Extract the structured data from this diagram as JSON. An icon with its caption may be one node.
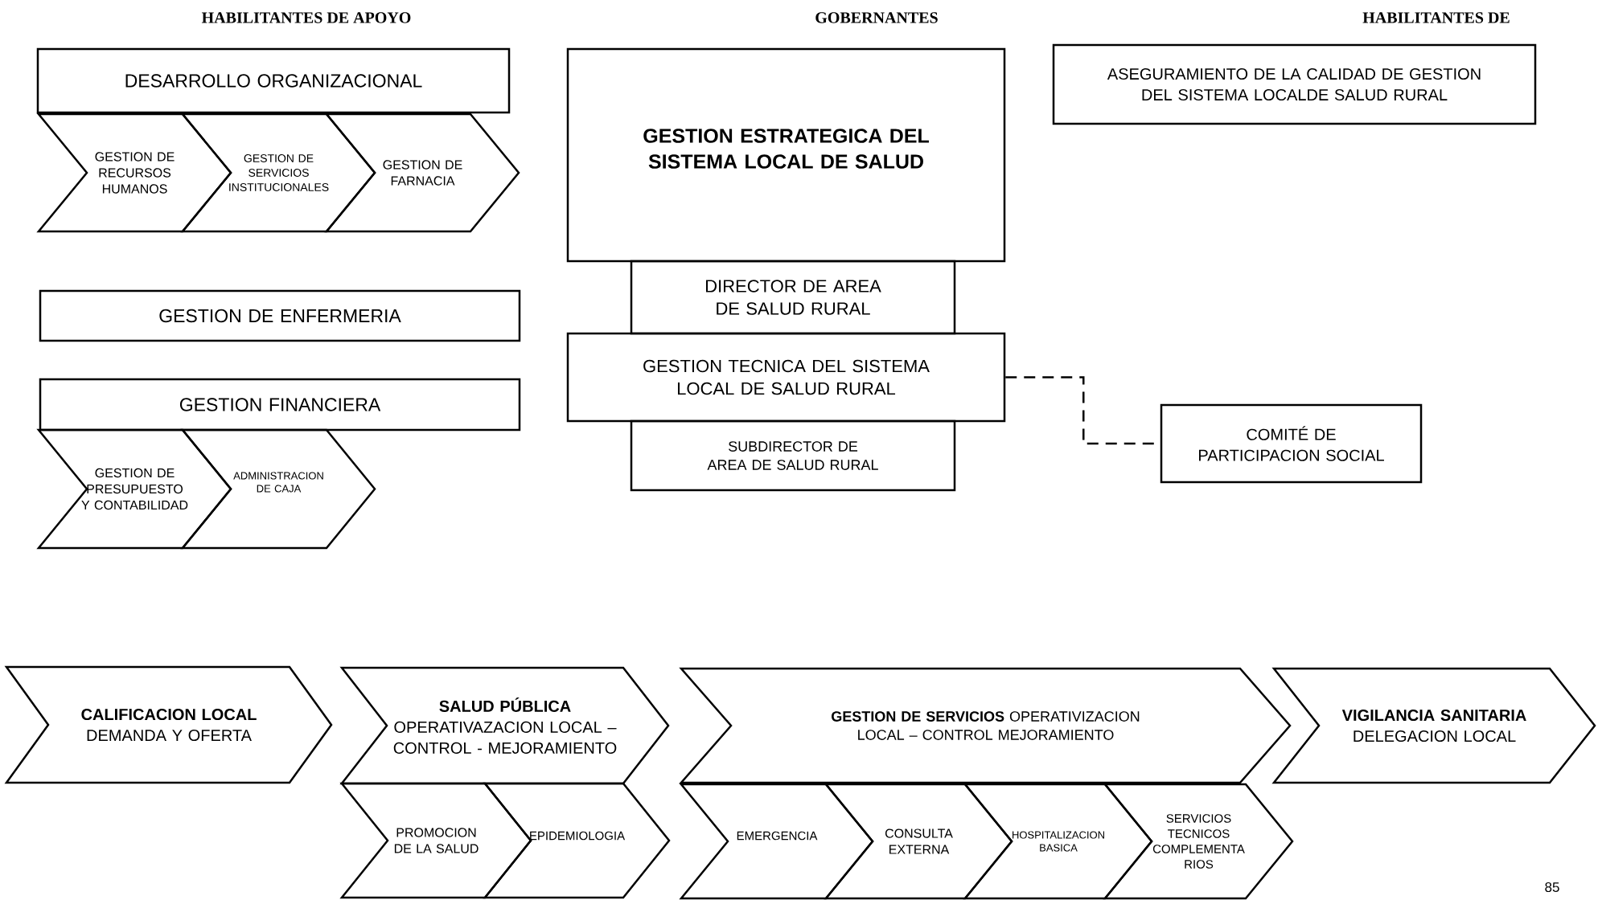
{
  "diagram": {
    "nodes": [
      {
        "text": [
          "DESARROLLO ORGANIZACIONAL"
        ]
      },
      {
        "text": [
          "GESTION DE RECURSOS HUMANOS"
        ]
      },
      {
        "text": [
          "GESTION DE SERVICIOS INSTITUCIONALES"
        ]
      },
      {
        "text": [
          "GESTION DE FARNACIA"
        ]
      },
      {
        "text": [
          "GESTION DE ENFERMERIA"
        ]
      },
      {
        "text": [
          "GESTION FINANCIERA"
        ]
      },
      {
        "text": [
          "GESTION DE PRESUPUESTO Y CONTABILIDAD"
        ]
      },
      {
        "text": [
          "ADMINISTRACION DE CAJA"
        ]
      },
      {
        "text": [
          "GESTION ESTRATEGICA DEL SISTEMA LOCAL DE SALUD"
        ]
      },
      {
        "text": [
          "DIRECTOR DE AREA DE SALUD RURAL"
        ]
      },
      {
        "text": [
          "GESTION TECNICA DEL SISTEMA LOCAL DE SALUD RURAL"
        ]
      },
      {
        "text": [
          "SUBDIRECTOR DE AREA DE SALUD RURAL"
        ]
      },
      {
        "text": [
          "ASEGURAMIENTO DE LA CALIDAD DE GESTION DEL SISTEMA LOCALDE SALUD RURAL"
        ]
      },
      {
        "text": [
          "COMITÉ DE PARTICIPACION SOCIAL"
        ]
      },
      {
        "text": [
          "CALIFICACION LOCAL",
          "DEMANDA Y OFERTA"
        ]
      },
      {
        "text": [
          "SALUD PÚBLICA",
          "OPERATIVAZACION LOCAL – CONTROL - MEJORAMIENTO"
        ]
      },
      {
        "text": [
          "PROMOCION DE LA SALUD"
        ]
      },
      {
        "text": [
          "EPIDEMIOLOGIA"
        ]
      },
      {
        "text": [
          "**GESTION DE SERVICIOS** OPERATIVIZACION LOCAL – CONTROL MEJORAMIENTO"
        ]
      },
      {
        "text": [
          "VIGILANCIA SANITARIA",
          "DELEGACION LOCAL"
        ]
      },
      {
        "text": [
          "EMERGENCIA"
        ]
      },
      {
        "text": [
          "CONSULTA EXTERNA"
        ]
      },
      {
        "text": [
          "HOSPITALIZACION BASICA"
        ]
      },
      {
        "text": [
          "SERVICIOS TECNICOS COMPLEMENTA RIOS"
        ]
      }
    ],
    "edges": [
      {
        "from": 10,
        "to": 13,
        "arrow": "none",
        "style": "dashed"
      }
    ],
    "labels": [
      "HABILITANTES DE APOYO",
      "GOBERNANTES",
      "HABILITANTES   DE",
      "85"
    ]
  }
}
